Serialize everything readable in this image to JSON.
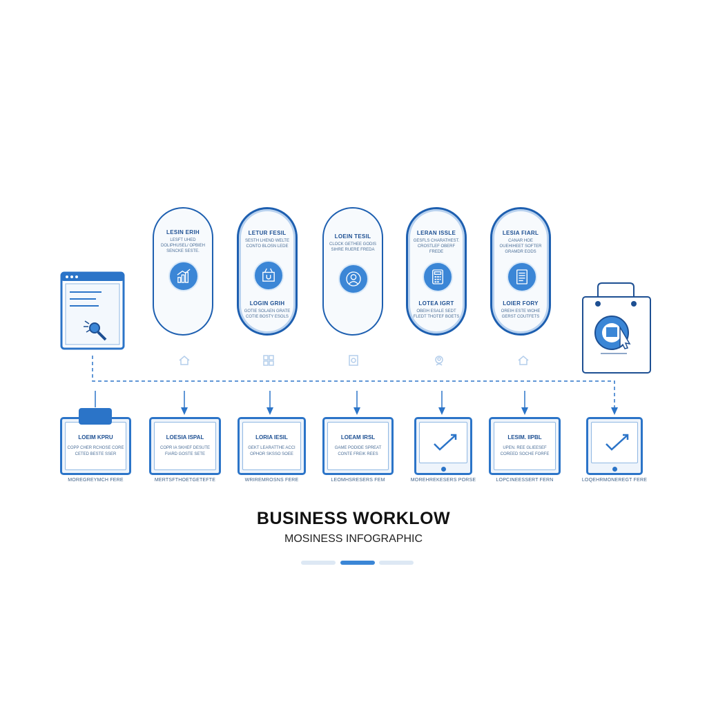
{
  "colors": {
    "accent": "#2b74c8",
    "accent_light": "#3b86d6",
    "dark": "#1d4f92",
    "muted": "#c9dbef"
  },
  "title": "BUSINESS WORKLOW",
  "subtitle": "MOSINESS INFOGRAPHIC",
  "pills": [
    {
      "title": "LESIN ERIH",
      "text": "LESFT UHED DOLIPHUSEL/ OPBIEH SENCKE SESTE.",
      "icon": "bar-chart-icon",
      "title2": "",
      "text2": ""
    },
    {
      "title": "LETUR FESIL",
      "text": "SESTH LHEND WELTE CONTO BLOSN LEDE",
      "icon": "basket-icon",
      "title2": "LOGIN GRIH",
      "text2": "GOTIE SOLAEN GRATE COTIE BOSTY ESOLS"
    },
    {
      "title": "LOEIN TESIL",
      "text": "CLOCK GETHEE GODIS SIHRE RUERE FREDA",
      "icon": "person-icon",
      "title2": "",
      "text2": ""
    },
    {
      "title": "LERAN ISSLE",
      "text": "GESFLS CHARATHEST. CROSTLEF OBERF FREDE",
      "icon": "calculator-icon",
      "title2": "LOTEA IGRT",
      "text2": "OBEIH ESALE SEDT FLEDT THOTEF BOETS"
    },
    {
      "title": "LESIA FIARL",
      "text": "CANAR HOE OUEHIHEET SOFTER GRAMDR EODS",
      "icon": "document-icon",
      "title2": "LOIER FORY",
      "text2": "OREIH ESTE WOHE GERST COUTFETS"
    }
  ],
  "cards": [
    {
      "title": "LOEIM KPRU",
      "text": "COPP CHER RCHOSE CORE CETED BESTE SSER",
      "caption": "MOREGREYMCH FERE"
    },
    {
      "title": "LOESIA ISPAL",
      "text": "COPR IA SKHEF DESUTE FIARD GOSTE SETE",
      "caption": "MERTSFTHOETGETEFTE"
    },
    {
      "title": "LORIA IESIL",
      "text": "GEKT LEARATTHE ACCI OPHOR SKSSO SOEE",
      "caption": "WRIREMROSNS FERE"
    },
    {
      "title": "LOEAM IRSL",
      "text": "GAME PODIDE SPREAT CONTE FREIK REES",
      "caption": "LEOMHSRESERS FEM"
    },
    {
      "title": "",
      "text": "",
      "caption": "MOREHREKESERS PORSE"
    },
    {
      "title": "LESIM. IIPBL",
      "text": "UPEN. REE GLIEESEF COREED SOCHE FORFE",
      "caption": "LOPCINEESSERT FERN"
    },
    {
      "title": "",
      "text": "",
      "caption": "LOQEHRMONEREGT FERE"
    }
  ]
}
